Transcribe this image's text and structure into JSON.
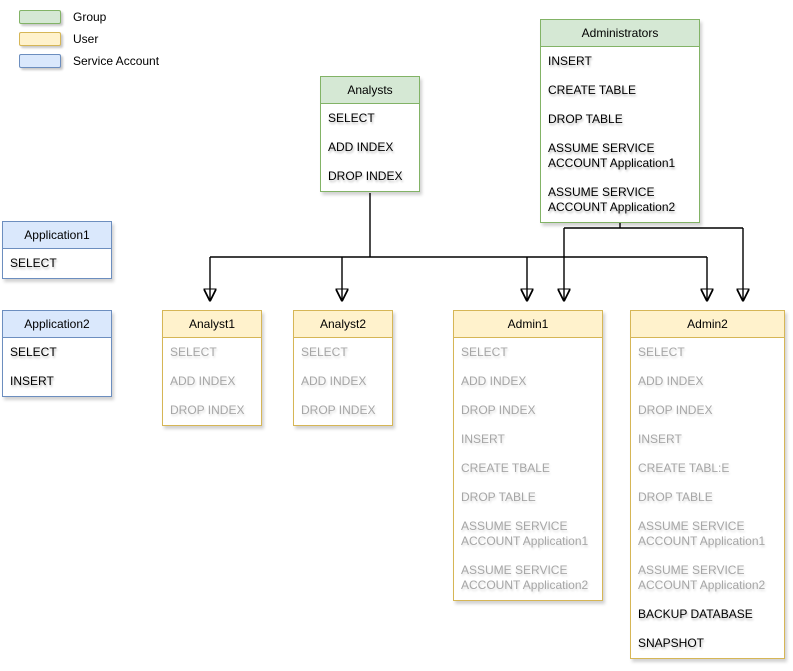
{
  "colors": {
    "group_fill": "#d5e8d4",
    "group_stroke": "#82b366",
    "user_fill": "#fff2cc",
    "user_stroke": "#d6b656",
    "service_account_fill": "#dae8fc",
    "service_account_stroke": "#6c8ebf",
    "text": "#000000",
    "muted_text": "#a6a6a6",
    "connector": "#000000"
  },
  "legend": {
    "items": [
      {
        "label": "Group",
        "type": "group"
      },
      {
        "label": "User",
        "type": "user"
      },
      {
        "label": "Service Account",
        "type": "service-account"
      }
    ]
  },
  "boxes": {
    "administrators": {
      "title": "Administrators",
      "type": "group",
      "items": [
        {
          "label": "INSERT",
          "muted": false
        },
        {
          "label": "CREATE TABLE",
          "muted": false
        },
        {
          "label": "DROP TABLE",
          "muted": false
        },
        {
          "label": "ASSUME SERVICE ACCOUNT Application1",
          "muted": false
        },
        {
          "label": "ASSUME SERVICE ACCOUNT Application2",
          "muted": false
        }
      ]
    },
    "analysts": {
      "title": "Analysts",
      "type": "group",
      "items": [
        {
          "label": "SELECT",
          "muted": false
        },
        {
          "label": "ADD INDEX",
          "muted": false
        },
        {
          "label": "DROP INDEX",
          "muted": false
        }
      ]
    },
    "application1": {
      "title": "Application1",
      "type": "service-account",
      "items": [
        {
          "label": "SELECT",
          "muted": false
        }
      ]
    },
    "application2": {
      "title": "Application2",
      "type": "service-account",
      "items": [
        {
          "label": "SELECT",
          "muted": false
        },
        {
          "label": "INSERT",
          "muted": false
        }
      ]
    },
    "analyst1": {
      "title": "Analyst1",
      "type": "user",
      "items": [
        {
          "label": "SELECT",
          "muted": true
        },
        {
          "label": "ADD INDEX",
          "muted": true
        },
        {
          "label": "DROP INDEX",
          "muted": true
        }
      ]
    },
    "analyst2": {
      "title": "Analyst2",
      "type": "user",
      "items": [
        {
          "label": "SELECT",
          "muted": true
        },
        {
          "label": "ADD INDEX",
          "muted": true
        },
        {
          "label": "DROP INDEX",
          "muted": true
        }
      ]
    },
    "admin1": {
      "title": "Admin1",
      "type": "user",
      "items": [
        {
          "label": "SELECT",
          "muted": true
        },
        {
          "label": "ADD INDEX",
          "muted": true
        },
        {
          "label": "DROP INDEX",
          "muted": true
        },
        {
          "label": "INSERT",
          "muted": true
        },
        {
          "label": "CREATE TBALE",
          "muted": true
        },
        {
          "label": "DROP TABLE",
          "muted": true
        },
        {
          "label": "ASSUME SERVICE ACCOUNT Application1",
          "muted": true
        },
        {
          "label": "ASSUME SERVICE ACCOUNT Application2",
          "muted": true
        }
      ]
    },
    "admin2": {
      "title": "Admin2",
      "type": "user",
      "items": [
        {
          "label": "SELECT",
          "muted": true
        },
        {
          "label": "ADD INDEX",
          "muted": true
        },
        {
          "label": "DROP INDEX",
          "muted": true
        },
        {
          "label": "INSERT",
          "muted": true
        },
        {
          "label": "CREATE TABL:E",
          "muted": true
        },
        {
          "label": "DROP TABLE",
          "muted": true
        },
        {
          "label": "ASSUME SERVICE ACCOUNT Application1",
          "muted": true
        },
        {
          "label": "ASSUME SERVICE ACCOUNT Application2",
          "muted": true
        },
        {
          "label": "BACKUP DATABASE",
          "muted": false
        },
        {
          "label": "SNAPSHOT",
          "muted": false
        }
      ]
    }
  },
  "edges": [
    {
      "from": "Analysts",
      "to": "Analyst1"
    },
    {
      "from": "Analysts",
      "to": "Analyst2"
    },
    {
      "from": "Analysts",
      "to": "Admin1"
    },
    {
      "from": "Analysts",
      "to": "Admin2"
    },
    {
      "from": "Administrators",
      "to": "Admin1"
    },
    {
      "from": "Administrators",
      "to": "Admin2"
    }
  ]
}
